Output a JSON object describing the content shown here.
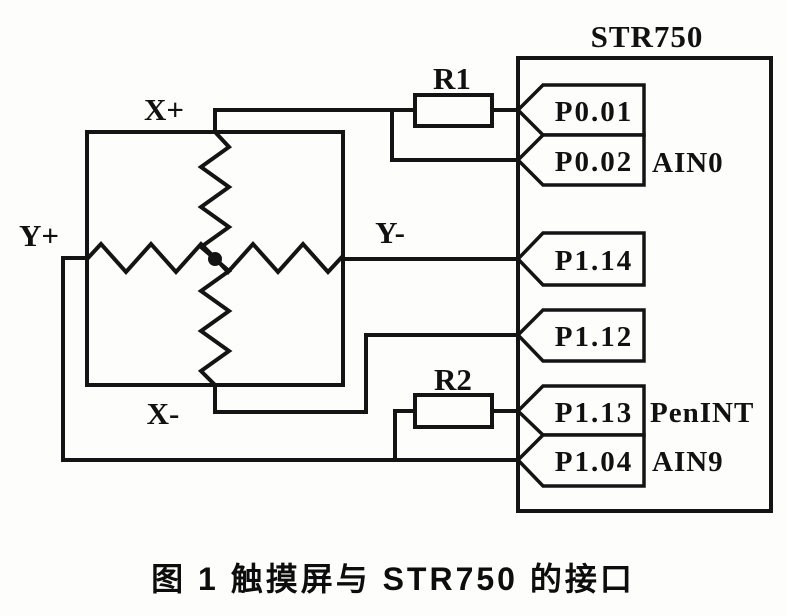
{
  "figure": {
    "title": "STR750",
    "caption": "图 1  触摸屏与 STR750 的接口",
    "colors": {
      "line": "#141414",
      "background": "#fdfdfc"
    },
    "touchscreen": {
      "terminals": {
        "x_plus": "X+",
        "x_minus": "X-",
        "y_plus": "Y+",
        "y_minus": "Y-"
      }
    },
    "resistors": {
      "r1": "R1",
      "r2": "R2"
    },
    "pins": [
      {
        "name": "P0.01",
        "signal": ""
      },
      {
        "name": "P0.02",
        "signal": "AIN0"
      },
      {
        "name": "P1.14",
        "signal": ""
      },
      {
        "name": "P1.12",
        "signal": ""
      },
      {
        "name": "P1.13",
        "signal": "PenINT"
      },
      {
        "name": "P1.04",
        "signal": "AIN9"
      }
    ]
  }
}
